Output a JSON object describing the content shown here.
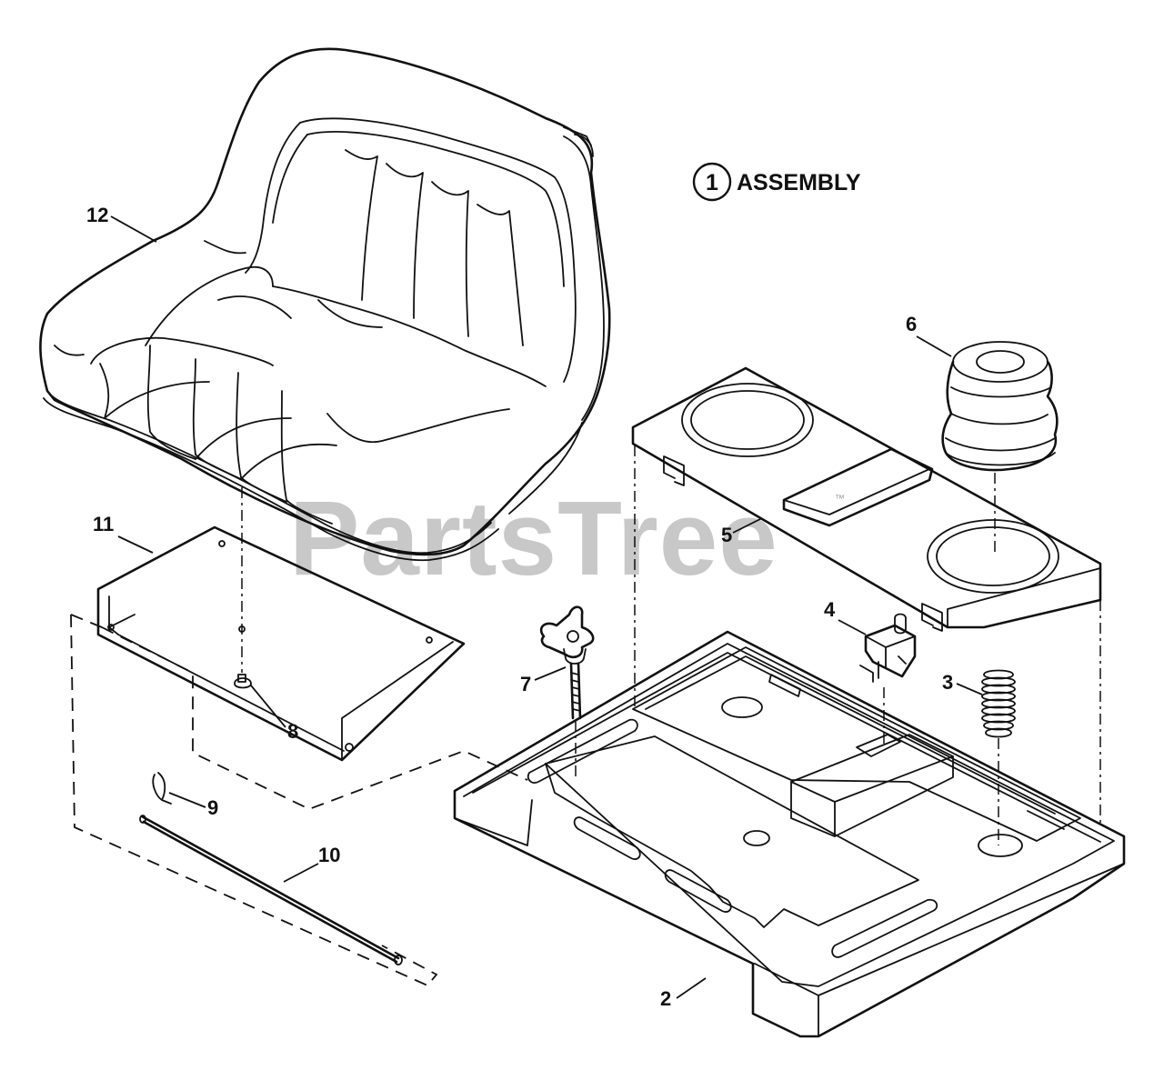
{
  "title": {
    "circled_number": "1",
    "text": "ASSEMBLY"
  },
  "watermark": {
    "text": "PartsTree",
    "trademark": "™"
  },
  "callouts": {
    "seat": "12",
    "seat_bracket": "11",
    "bolt": "8",
    "cotter_pin": "9",
    "hinge_rod": "10",
    "knob": "7",
    "base": "2",
    "switch": "4",
    "spring": "3",
    "cover": "5",
    "bumper": "6"
  }
}
